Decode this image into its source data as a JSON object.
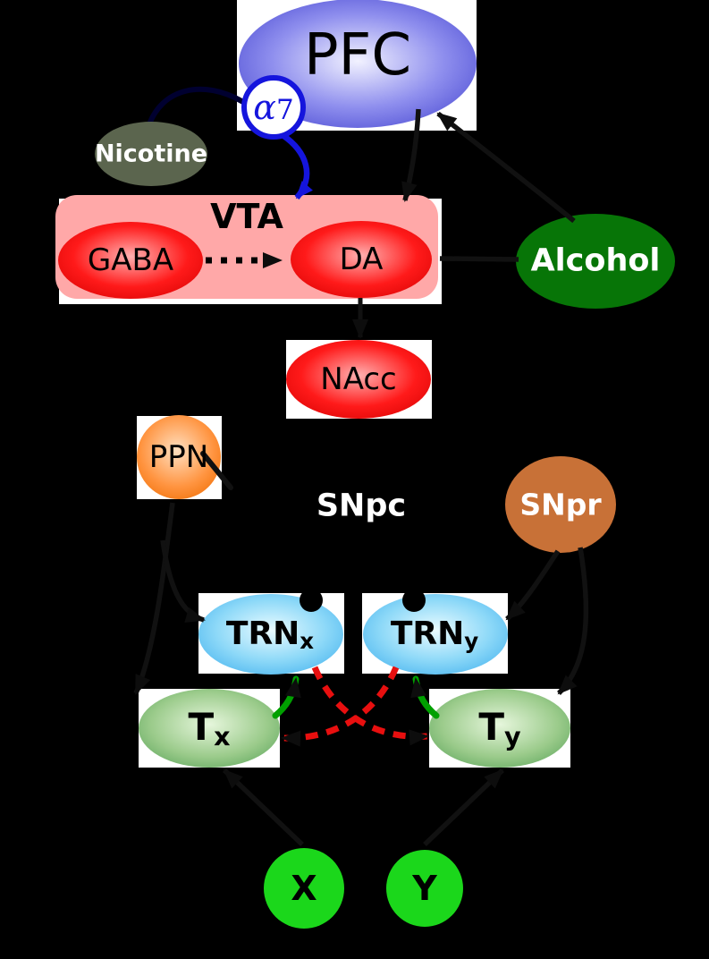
{
  "figure": {
    "background": "#000000",
    "nodes": {
      "pfc": {
        "label": "PFC"
      },
      "alpha7": {
        "alpha": "α",
        "number": "7"
      },
      "nicotine": {
        "label": "Nicotine"
      },
      "vta": {
        "label": "VTA"
      },
      "gaba": {
        "label": "GABA"
      },
      "da": {
        "label": "DA"
      },
      "alcohol": {
        "label": "Alcohol"
      },
      "nacc": {
        "label": "NAcc"
      },
      "ppn": {
        "label": "PPN"
      },
      "snpc": {
        "label": "SNpc"
      },
      "snpr": {
        "label": "SNpr"
      },
      "trn_x": {
        "label": "TRN",
        "sub": "x"
      },
      "trn_y": {
        "label": "TRN",
        "sub": "y"
      },
      "t_x": {
        "label": "T",
        "sub": "x"
      },
      "t_y": {
        "label": "T",
        "sub": "y"
      },
      "x": {
        "label": "X"
      },
      "y": {
        "label": "Y"
      }
    },
    "colors": {
      "background": "#000000",
      "pfc_blue": "#3A3ACC",
      "vta_pink": "#FFA8A8",
      "red_nucleus": "#E00000",
      "nicotine_olive": "#5B654E",
      "alcohol_green": "#077507",
      "ppn_orange": "#FF9440",
      "snpr_brown": "#C87137",
      "trn_cyan": "#33A9EC",
      "thalamus_green": "#4C9B4F",
      "input_green": "#1BD71B",
      "alpha7_blue": "#1515DD",
      "excitatory_edge_green": "#00A000",
      "inhibitory_edge_red": "#E80F0F"
    }
  }
}
